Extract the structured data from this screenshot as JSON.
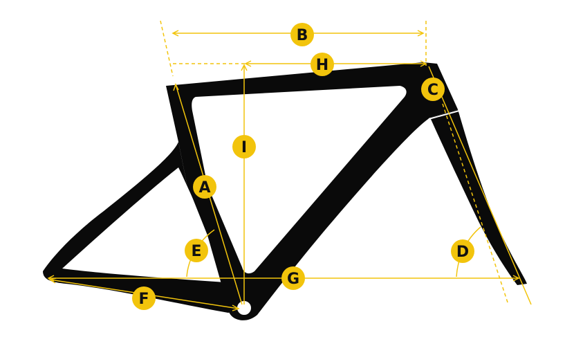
{
  "diagram": {
    "colors": {
      "frame": "#0a0a0a",
      "dimension": "#f2c40c",
      "label_text": "#111111",
      "background": "#ffffff"
    },
    "labels": {
      "A": "A",
      "B": "B",
      "C": "C",
      "D": "D",
      "E": "E",
      "F": "F",
      "G": "G",
      "H": "H",
      "I": "I"
    }
  }
}
